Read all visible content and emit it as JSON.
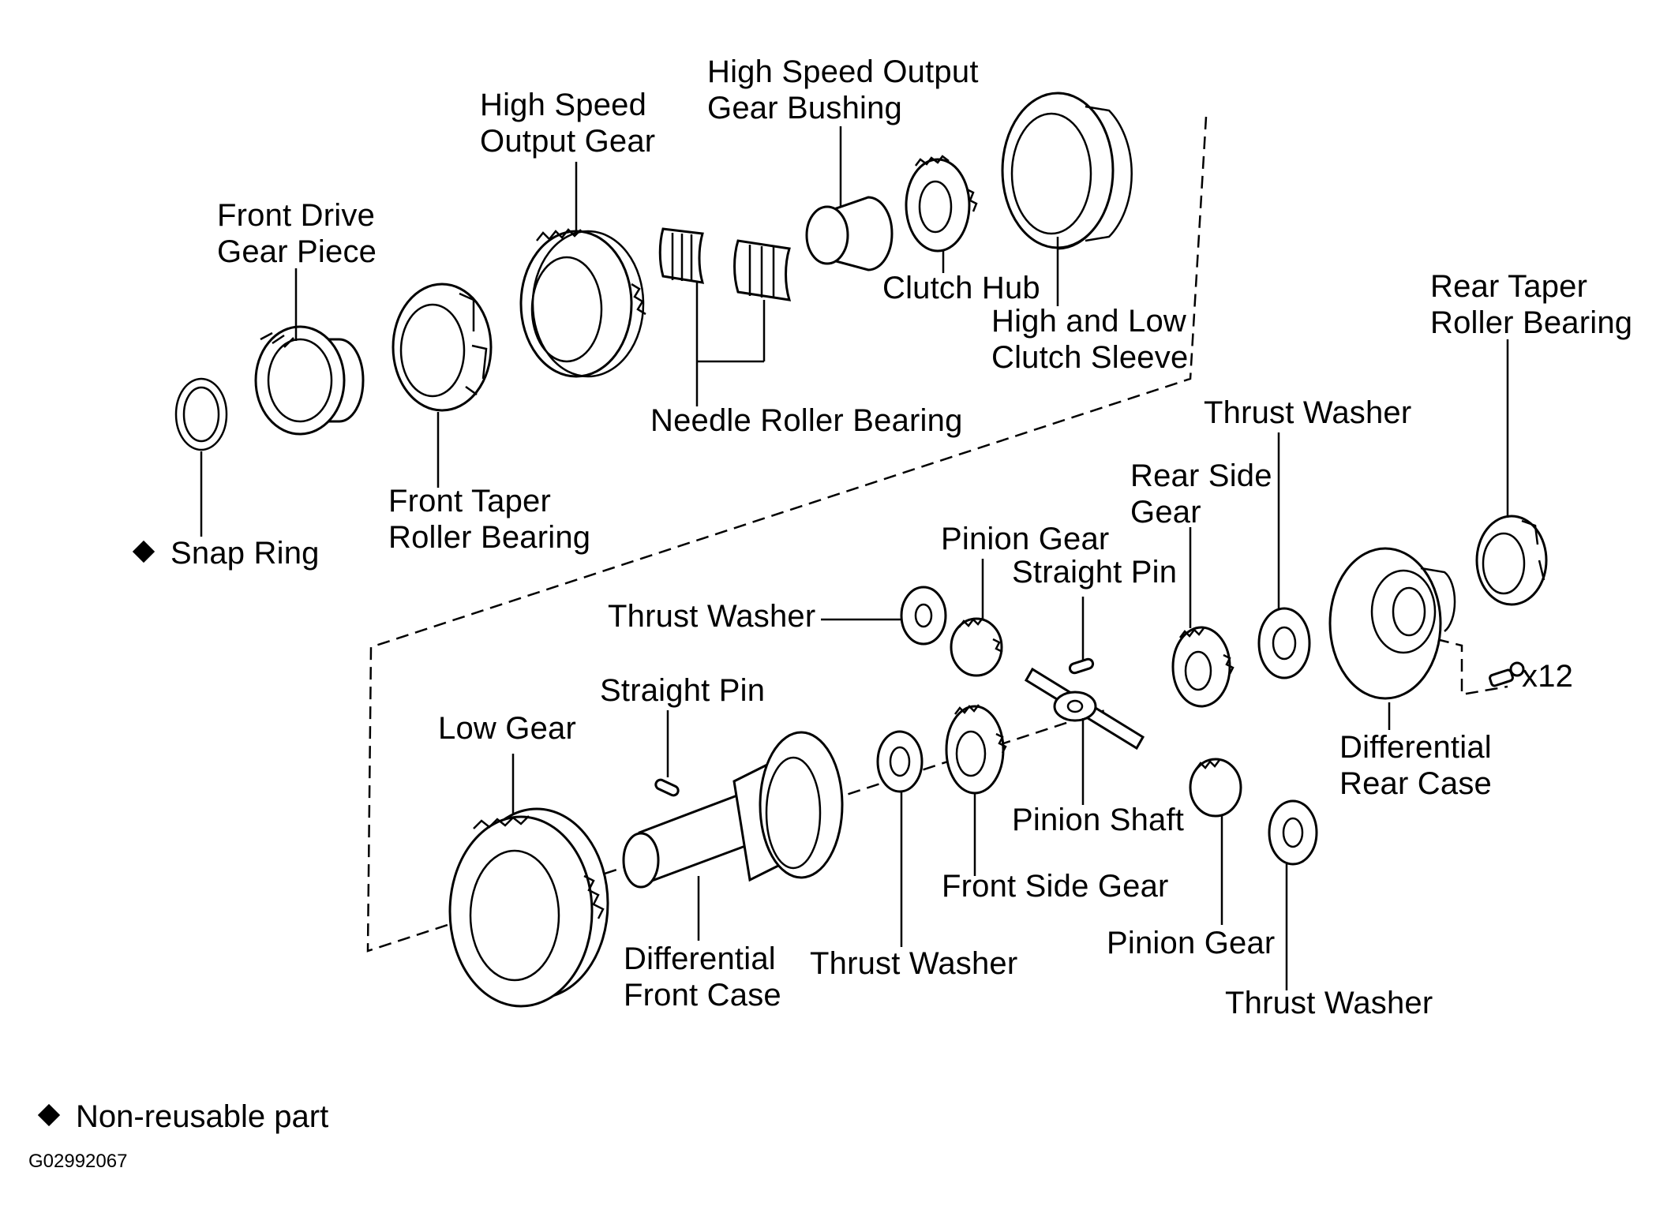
{
  "labels": {
    "high_speed_output_gear_bushing": [
      "High Speed Output",
      "Gear Bushing"
    ],
    "high_speed_output_gear": [
      "High Speed",
      "Output Gear"
    ],
    "front_drive_gear_piece": [
      "Front Drive",
      "Gear Piece"
    ],
    "clutch_hub": "Clutch Hub",
    "high_and_low_clutch_sleeve": [
      "High and Low",
      "Clutch Sleeve"
    ],
    "rear_taper_roller_bearing": [
      "Rear Taper",
      "Roller Bearing"
    ],
    "needle_roller_bearing": "Needle Roller Bearing",
    "thrust_washer_top": "Thrust Washer",
    "rear_side_gear": [
      "Rear Side",
      "Gear"
    ],
    "front_taper_roller_bearing": [
      "Front Taper",
      "Roller Bearing"
    ],
    "snap_ring": "Snap Ring",
    "pinion_gear_top": "Pinion Gear",
    "straight_pin_right": "Straight Pin",
    "thrust_washer_left": "Thrust Washer",
    "x12": "x12",
    "straight_pin_left": "Straight Pin",
    "differential_rear_case": [
      "Differential",
      "Rear Case"
    ],
    "low_gear": "Low Gear",
    "pinion_shaft": "Pinion Shaft",
    "front_side_gear": "Front Side Gear",
    "differential_front_case": [
      "Differential",
      "Front Case"
    ],
    "thrust_washer_bottom_mid": "Thrust Washer",
    "pinion_gear_bottom": "Pinion Gear",
    "thrust_washer_bottom_right": "Thrust Washer"
  },
  "legend": {
    "symbol": "diamond",
    "text": "Non-reusable part"
  },
  "figure_id": "G02992067"
}
